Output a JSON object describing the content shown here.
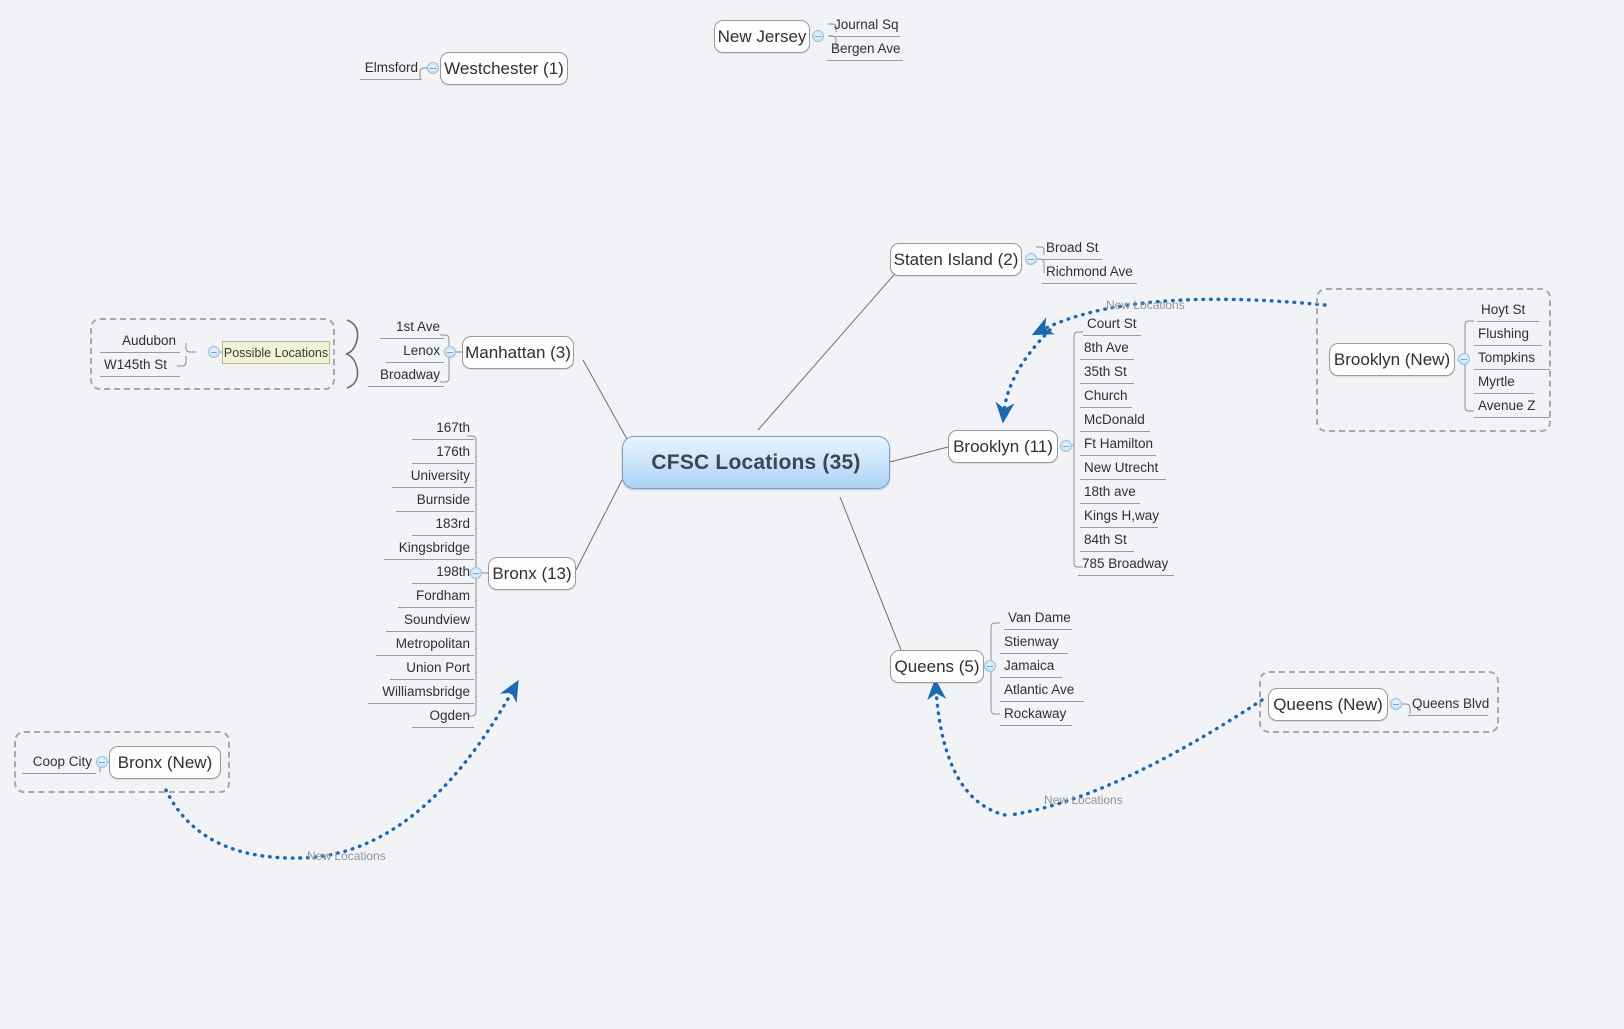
{
  "app": {
    "type": "mind-map",
    "background": "#f1f3f7"
  },
  "central": {
    "label": "CFSC Locations (35)",
    "accent": "#a9d2f5"
  },
  "relationship_label": "New Locations",
  "branches": [
    {
      "id": "staten-island",
      "label": "Staten Island (2)",
      "children": [
        "Broad St",
        "Richmond Ave"
      ]
    },
    {
      "id": "brooklyn",
      "label": "Brooklyn (11)",
      "children": [
        "Court St",
        "8th Ave",
        "35th St",
        "Church",
        "McDonald",
        "Ft Hamilton",
        "New Utrecht",
        "18th ave",
        "Kings H,way",
        "84th St",
        "785 Broadway"
      ]
    },
    {
      "id": "queens",
      "label": "Queens (5)",
      "children": [
        "Van Dame",
        "Stienway",
        "Jamaica",
        "Atlantic Ave",
        "Rockaway"
      ]
    },
    {
      "id": "bronx",
      "label": "Bronx (13)",
      "children": [
        "167th",
        "176th",
        "University",
        "Burnside",
        "183rd",
        "Kingsbridge",
        "198th",
        "Fordham",
        "Soundview",
        "Metropolitan",
        "Union Port",
        "Williamsbridge",
        "Ogden"
      ]
    },
    {
      "id": "manhattan",
      "label": "Manhattan (3)",
      "children": [
        "1st Ave",
        "Lenox",
        "Broadway"
      ]
    }
  ],
  "floating": [
    {
      "id": "westchester",
      "label": "Westchester (1)",
      "children": [
        "Elmsford"
      ]
    },
    {
      "id": "new-jersey",
      "label": "New Jersey",
      "children": [
        "Journal Sq",
        "Bergen Ave"
      ]
    }
  ],
  "new_groups": [
    {
      "id": "brooklyn-new",
      "label": "Brooklyn (New)",
      "children": [
        "Hoyt St",
        "Flushing",
        "Tompkins",
        "Myrtle",
        "Avenue Z"
      ]
    },
    {
      "id": "queens-new",
      "label": "Queens (New)",
      "children": [
        "Queens Blvd"
      ]
    },
    {
      "id": "bronx-new",
      "label": "Bronx (New)",
      "children": [
        "Coop City"
      ]
    }
  ],
  "possible": {
    "label": "Possible Locations",
    "children": [
      "Audubon",
      "W145th St"
    ],
    "highlight": "#f2f2d8"
  }
}
